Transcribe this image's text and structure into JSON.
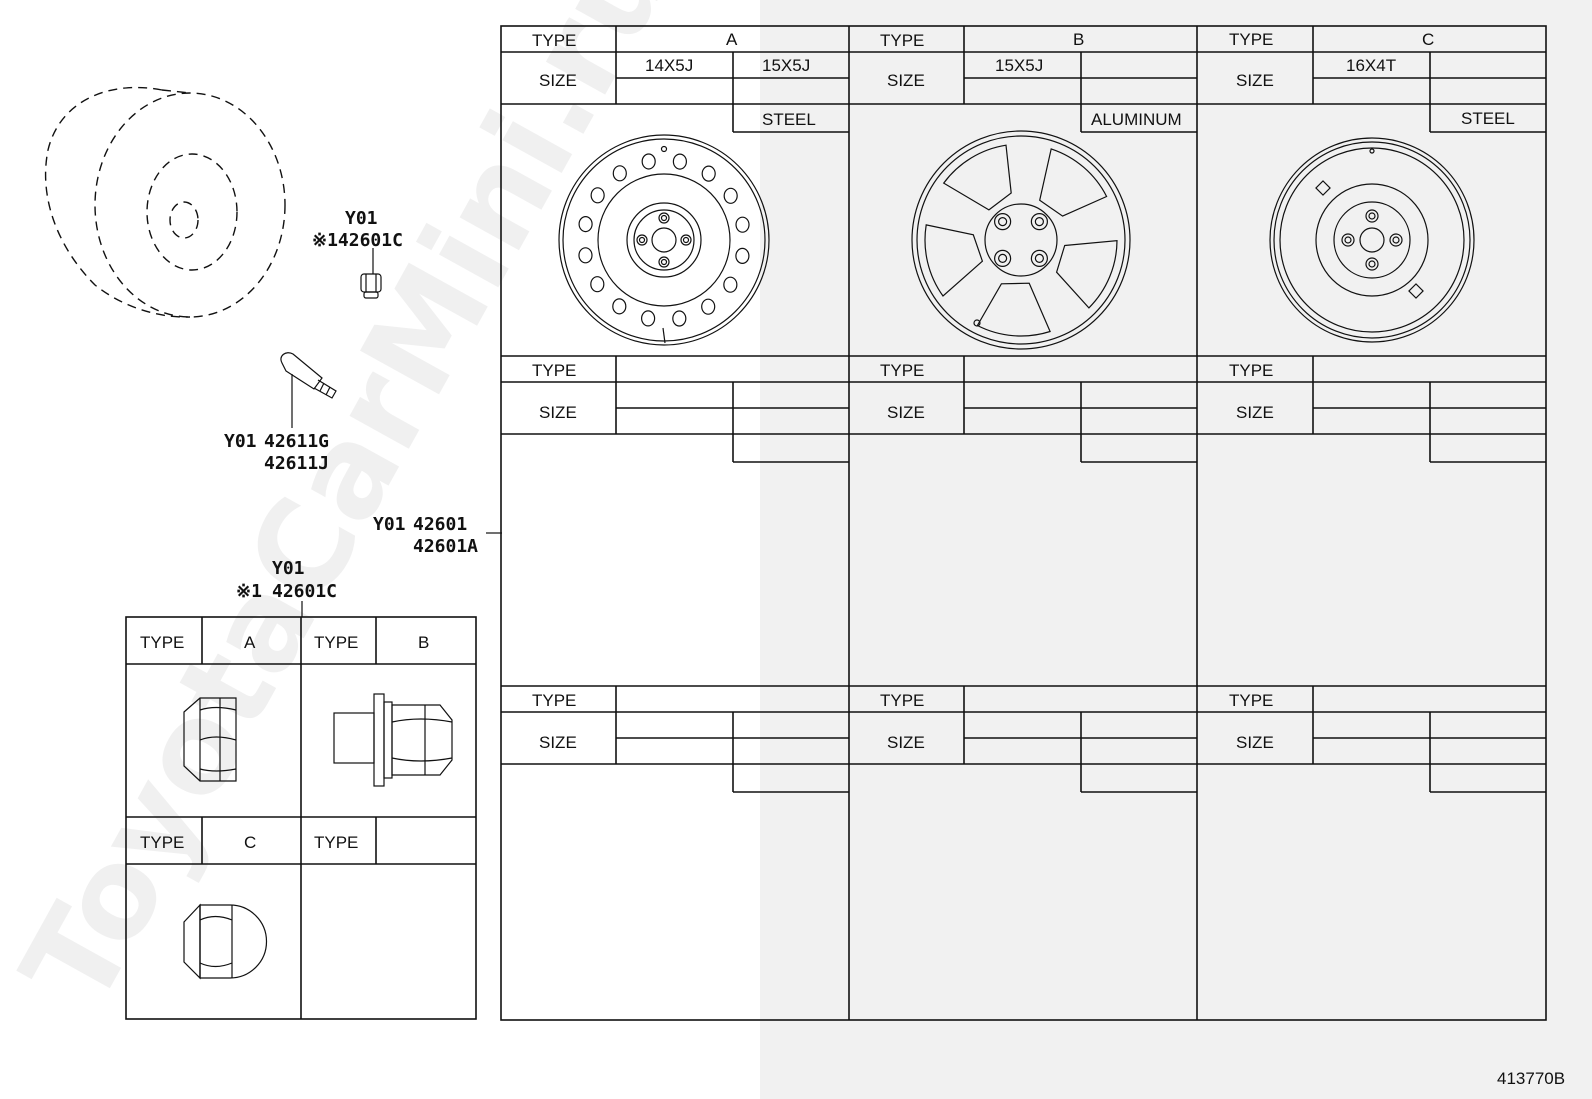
{
  "watermark": "ToyotaCarMini.ru",
  "drawing_code": "413770B",
  "labels": {
    "type": "TYPE",
    "size": "SIZE"
  },
  "callouts": {
    "valve_cap": {
      "code": "Y01",
      "part": "※142601C"
    },
    "valve": {
      "code": "Y01",
      "part": "42611G",
      "part2": "42611J"
    },
    "wheel": {
      "code": "Y01",
      "part": "42601",
      "part2": "42601A"
    },
    "nut": {
      "code": "Y01",
      "mark": "※1",
      "part": "42601C"
    }
  },
  "wheel_types": [
    {
      "type": "A",
      "sizes": [
        "14X5J",
        "15X5J"
      ],
      "material": "STEEL"
    },
    {
      "type": "B",
      "sizes": [
        "15X5J",
        ""
      ],
      "material": "ALUMINUM"
    },
    {
      "type": "C",
      "sizes": [
        "16X4T",
        ""
      ],
      "material": "STEEL"
    }
  ],
  "nut_types": [
    {
      "type": "A"
    },
    {
      "type": "B"
    },
    {
      "type": "C"
    },
    {
      "type": ""
    }
  ]
}
